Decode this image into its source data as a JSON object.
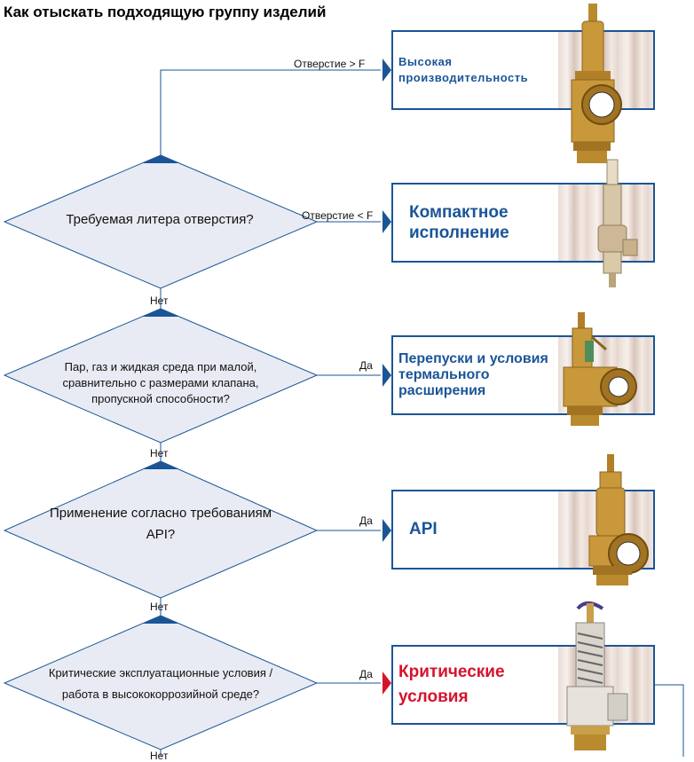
{
  "page_title": "Как отыскать подходящую группу изделий",
  "colors": {
    "accent": "#1a5597",
    "critical": "#d6132b",
    "diamond_fill": "#e8ebf3"
  },
  "questions": [
    {
      "text": "Требуемая литера отверстия?"
    },
    {
      "text": "Пар, газ и жидкая среда при малой, сравнительно с размерами клапана, пропускной способности?"
    },
    {
      "text": "Применение согласно требованиям API?"
    },
    {
      "text": "Критические эксплуатационные условия / работа в высококоррозийной среде?"
    }
  ],
  "labels": {
    "orifice_gt": "Отверстие > F",
    "orifice_lt": "Отверстие < F",
    "yes": "Да",
    "no": "Нет"
  },
  "products": [
    {
      "label": "Высокая производительность"
    },
    {
      "label": "Компактное исполнение"
    },
    {
      "label": "Перепуски и условия термального расширения"
    },
    {
      "label": "API"
    },
    {
      "label": "Критические условия"
    }
  ],
  "icons": [
    "arrow-right-icon",
    "valve-image"
  ]
}
